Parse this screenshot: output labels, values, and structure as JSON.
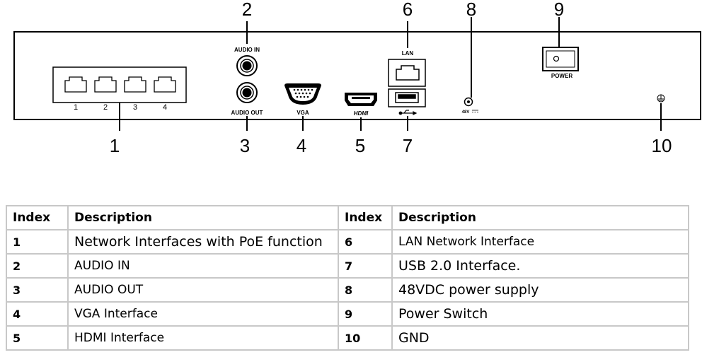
{
  "panel": {
    "port_labels": {
      "audio_in": "AUDIO IN",
      "audio_out": "AUDIO OUT",
      "vga": "VGA",
      "hdmi": "HDMI",
      "lan": "LAN",
      "power": "POWER",
      "dc": "48V"
    },
    "poe_port_numbers": [
      "1",
      "2",
      "3",
      "4"
    ],
    "callouts": [
      "1",
      "2",
      "3",
      "4",
      "5",
      "6",
      "7",
      "8",
      "9",
      "10"
    ]
  },
  "table": {
    "headers": [
      "Index",
      "Description",
      "Index",
      "Description"
    ],
    "rows": [
      {
        "left_index": "1",
        "left_desc": "Network Interfaces with PoE function",
        "right_index": "6",
        "right_desc": "LAN Network Interface"
      },
      {
        "left_index": "2",
        "left_desc": "AUDIO IN",
        "right_index": "7",
        "right_desc": "USB 2.0 Interface."
      },
      {
        "left_index": "3",
        "left_desc": "AUDIO OUT",
        "right_index": "8",
        "right_desc": "48VDC power supply"
      },
      {
        "left_index": "4",
        "left_desc": "VGA Interface",
        "right_index": "9",
        "right_desc": "Power Switch"
      },
      {
        "left_index": "5",
        "left_desc": "HDMI Interface",
        "right_index": "10",
        "right_desc": "GND"
      }
    ]
  }
}
